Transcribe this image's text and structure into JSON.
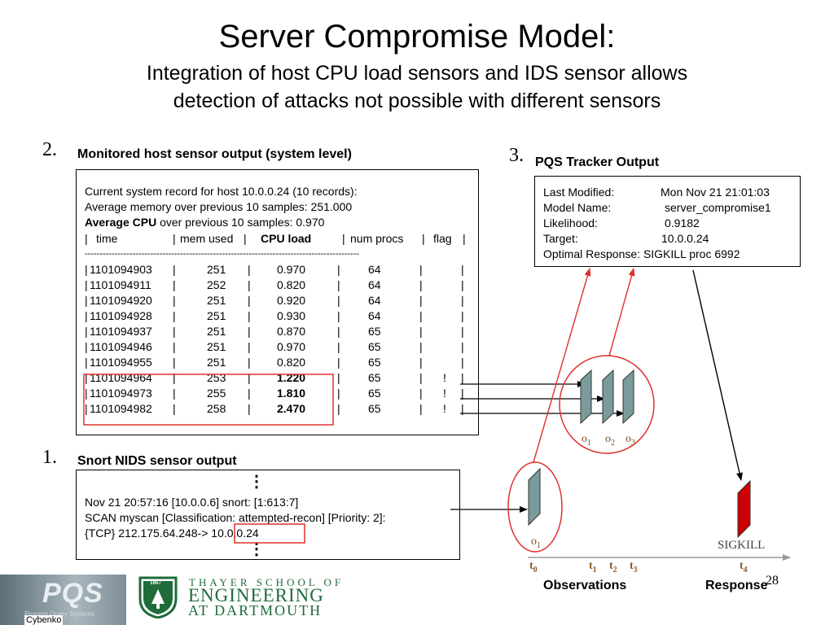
{
  "title": "Server Compromise Model:",
  "subtitle_line1": "Integration of host CPU load sensors and IDS sensor allows",
  "subtitle_line2": "detection of attacks not possible with different sensors",
  "section2": {
    "number": "2.",
    "heading": "Monitored host sensor output (system level)",
    "line1": "Current system record for host 10.0.0.24 (10 records):",
    "line2": "Average memory over previous 10 samples: 251.000",
    "line3_bold": "Average CPU",
    "line3_rest": " over previous 10 samples: 0.970",
    "header": {
      "time": "time",
      "mem": "mem used",
      "cpu": "CPU load",
      "procs": "num procs",
      "flag": "flag"
    },
    "separator": "--------------------------------------------------------------------------------------------",
    "rows": [
      {
        "time": "1101094903",
        "mem": "251",
        "cpu": "0.970",
        "procs": "64",
        "flag": ""
      },
      {
        "time": "1101094911",
        "mem": "252",
        "cpu": "0.820",
        "procs": "64",
        "flag": ""
      },
      {
        "time": "1101094920",
        "mem": "251",
        "cpu": "0.920",
        "procs": "64",
        "flag": ""
      },
      {
        "time": "1101094928",
        "mem": "251",
        "cpu": "0.930",
        "procs": "64",
        "flag": ""
      },
      {
        "time": "1101094937",
        "mem": "251",
        "cpu": "0.870",
        "procs": "65",
        "flag": ""
      },
      {
        "time": "1101094946",
        "mem": "251",
        "cpu": "0.970",
        "procs": "65",
        "flag": ""
      },
      {
        "time": "1101094955",
        "mem": "251",
        "cpu": "0.820",
        "procs": "65",
        "flag": ""
      },
      {
        "time": "1101094964",
        "mem": "253",
        "cpu": "1.220",
        "procs": "65",
        "flag": "!"
      },
      {
        "time": "1101094973",
        "mem": "255",
        "cpu": "1.810",
        "procs": "65",
        "flag": "!"
      },
      {
        "time": "1101094982",
        "mem": "258",
        "cpu": "2.470",
        "procs": "65",
        "flag": "!"
      }
    ]
  },
  "section3": {
    "number": "3.",
    "heading": "PQS Tracker Output",
    "fields": [
      {
        "label": "Last Modified:",
        "value": "Mon Nov 21 21:01:03"
      },
      {
        "label": "Model Name:",
        "value": "server_compromise1"
      },
      {
        "label": "Likelihood:",
        "value": "0.9182"
      },
      {
        "label": "Target:",
        "value": "10.0.0.24"
      }
    ],
    "optimal": "Optimal Response: SIGKILL proc 6992"
  },
  "section1": {
    "number": "1.",
    "heading": "Snort NIDS sensor output",
    "line1": "Nov 21 20:57:16 [10.0.0.6] snort: [1:613:7]",
    "line2": "SCAN myscan [Classification: attempted-recon] [Priority: 2]:",
    "line3_prefix": "{TCP} 212.175.64.248-> ",
    "line3_ip": "10.0.0.24",
    "ellipsis": "⋮"
  },
  "diagram": {
    "observations_group": [
      {
        "sym": "o",
        "sub": "1"
      },
      {
        "sym": "o",
        "sub": "2"
      },
      {
        "sym": "o",
        "sub": "3"
      }
    ],
    "snort_obs": {
      "sym": "o",
      "sub": "1"
    },
    "sigkill_label": "SIGKILL",
    "time_ticks": [
      {
        "sym": "t",
        "sub": "0"
      },
      {
        "sym": "t",
        "sub": "1"
      },
      {
        "sym": "t",
        "sub": "2"
      },
      {
        "sym": "t",
        "sub": "3"
      },
      {
        "sym": "t",
        "sub": "4"
      }
    ],
    "observations_label": "Observations",
    "response_label": "Response",
    "colors": {
      "obs_fill": "#7a9b9b",
      "response_fill": "#cc0000",
      "red_line": "#e0302a",
      "axis": "#999999"
    }
  },
  "footer": {
    "pqs_logo": "PQS",
    "pqs_logo_sub": "Process Query Systems",
    "author": "Cybenko",
    "page_number": "28",
    "school_line1": "THAYER SCHOOL OF",
    "school_line2": "ENGINEERING",
    "school_line3": "AT DARTMOUTH",
    "shield_year": "1867"
  }
}
